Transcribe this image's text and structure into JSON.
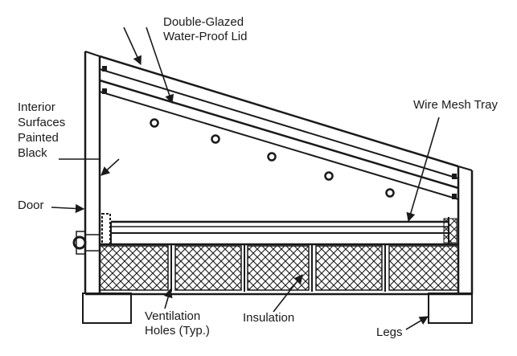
{
  "labels": {
    "lid_line1": "Double-Glazed",
    "lid_line2": "Water-Proof Lid",
    "interior_line1": "Interior",
    "interior_line2": "Surfaces",
    "interior_line3": "Painted",
    "interior_line4": "Black",
    "wire_mesh_tray": "Wire Mesh Tray",
    "door": "Door",
    "ventilation_line1": "Ventilation",
    "ventilation_line2": "Holes (Typ.)",
    "insulation": "Insulation",
    "legs": "Legs"
  },
  "colors": {
    "ink": "#1a1a1a",
    "paper": "#ffffff"
  }
}
